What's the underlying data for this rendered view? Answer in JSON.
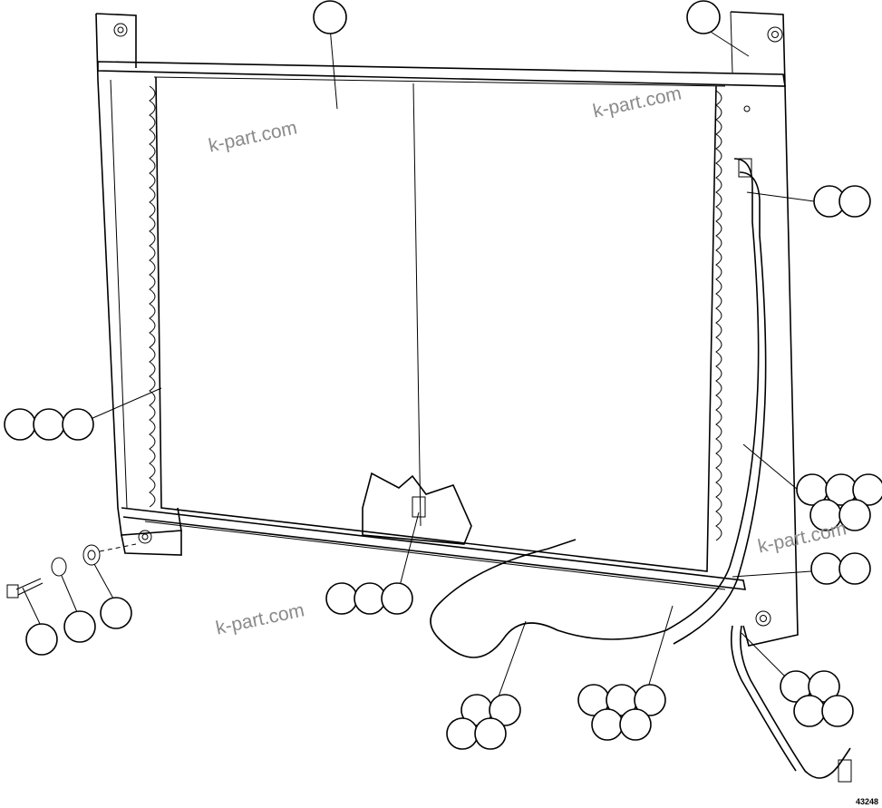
{
  "watermarks": [
    "k-part.com",
    "k-part.com",
    "k-part.com",
    "k-part.com"
  ],
  "figure_number": "43248"
}
